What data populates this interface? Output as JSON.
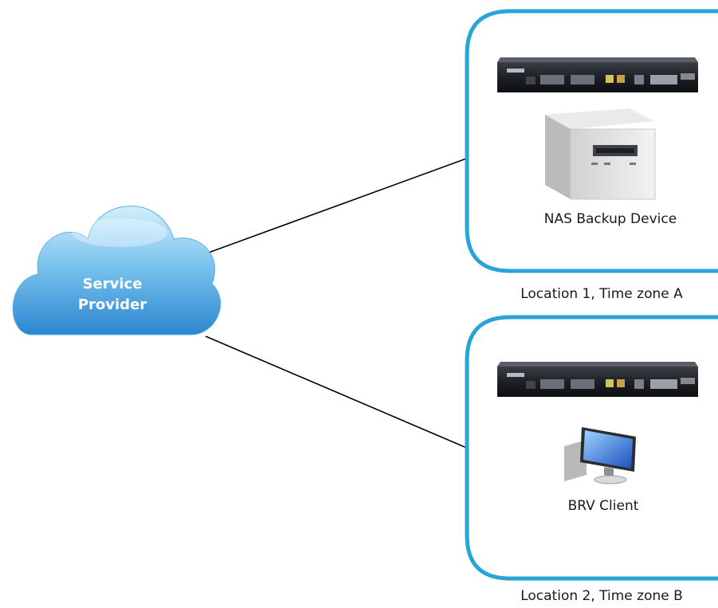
{
  "cloud": {
    "line1": "Service",
    "line2": "Provider"
  },
  "location1": {
    "device_label": "NAS Backup Device",
    "caption": "Location 1, Time zone A"
  },
  "location2": {
    "device_label": "BRV Client",
    "caption": "Location 2, Time zone B"
  },
  "colors": {
    "frame": "#2aa3d8",
    "cloud_top": "#c4e8fb",
    "cloud_bottom": "#2f8fd4",
    "line": "#000000"
  },
  "icons": [
    "cloud-icon",
    "pbx-unit-icon",
    "nas-backup-icon",
    "desktop-computer-icon"
  ]
}
